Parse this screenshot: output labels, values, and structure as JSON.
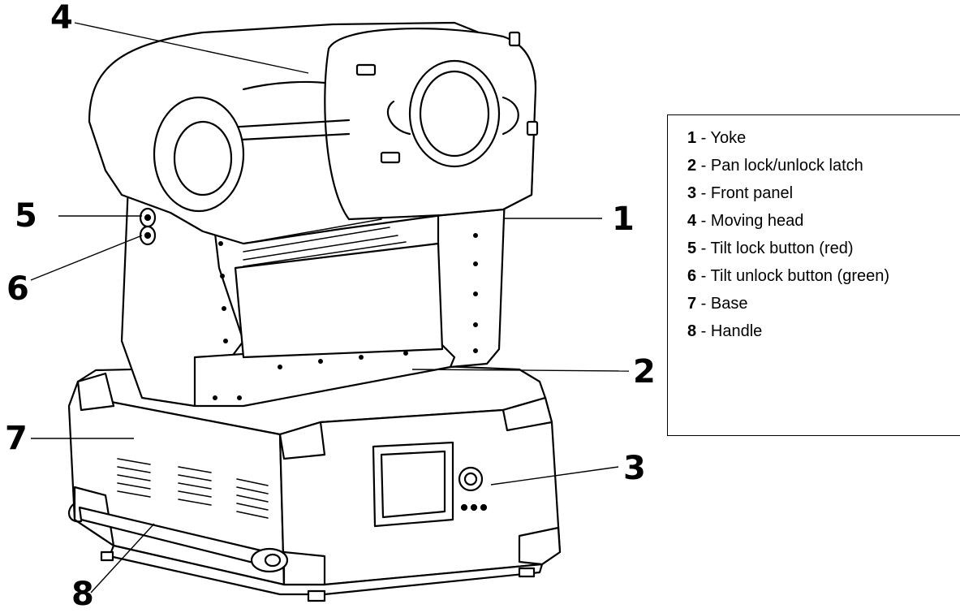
{
  "callouts": [
    {
      "number": "1",
      "label": "Yoke"
    },
    {
      "number": "2",
      "label": "Pan lock/unlock latch"
    },
    {
      "number": "3",
      "label": "Front panel"
    },
    {
      "number": "4",
      "label": "Moving head"
    },
    {
      "number": "5",
      "label": "Tilt lock button (red)"
    },
    {
      "number": "6",
      "label": "Tilt unlock button (green)"
    },
    {
      "number": "7",
      "label": "Base"
    },
    {
      "number": "8",
      "label": "Handle"
    }
  ],
  "legend": {
    "separator": " - "
  },
  "colors": {
    "line": "#000000",
    "fill": "#ffffff"
  }
}
